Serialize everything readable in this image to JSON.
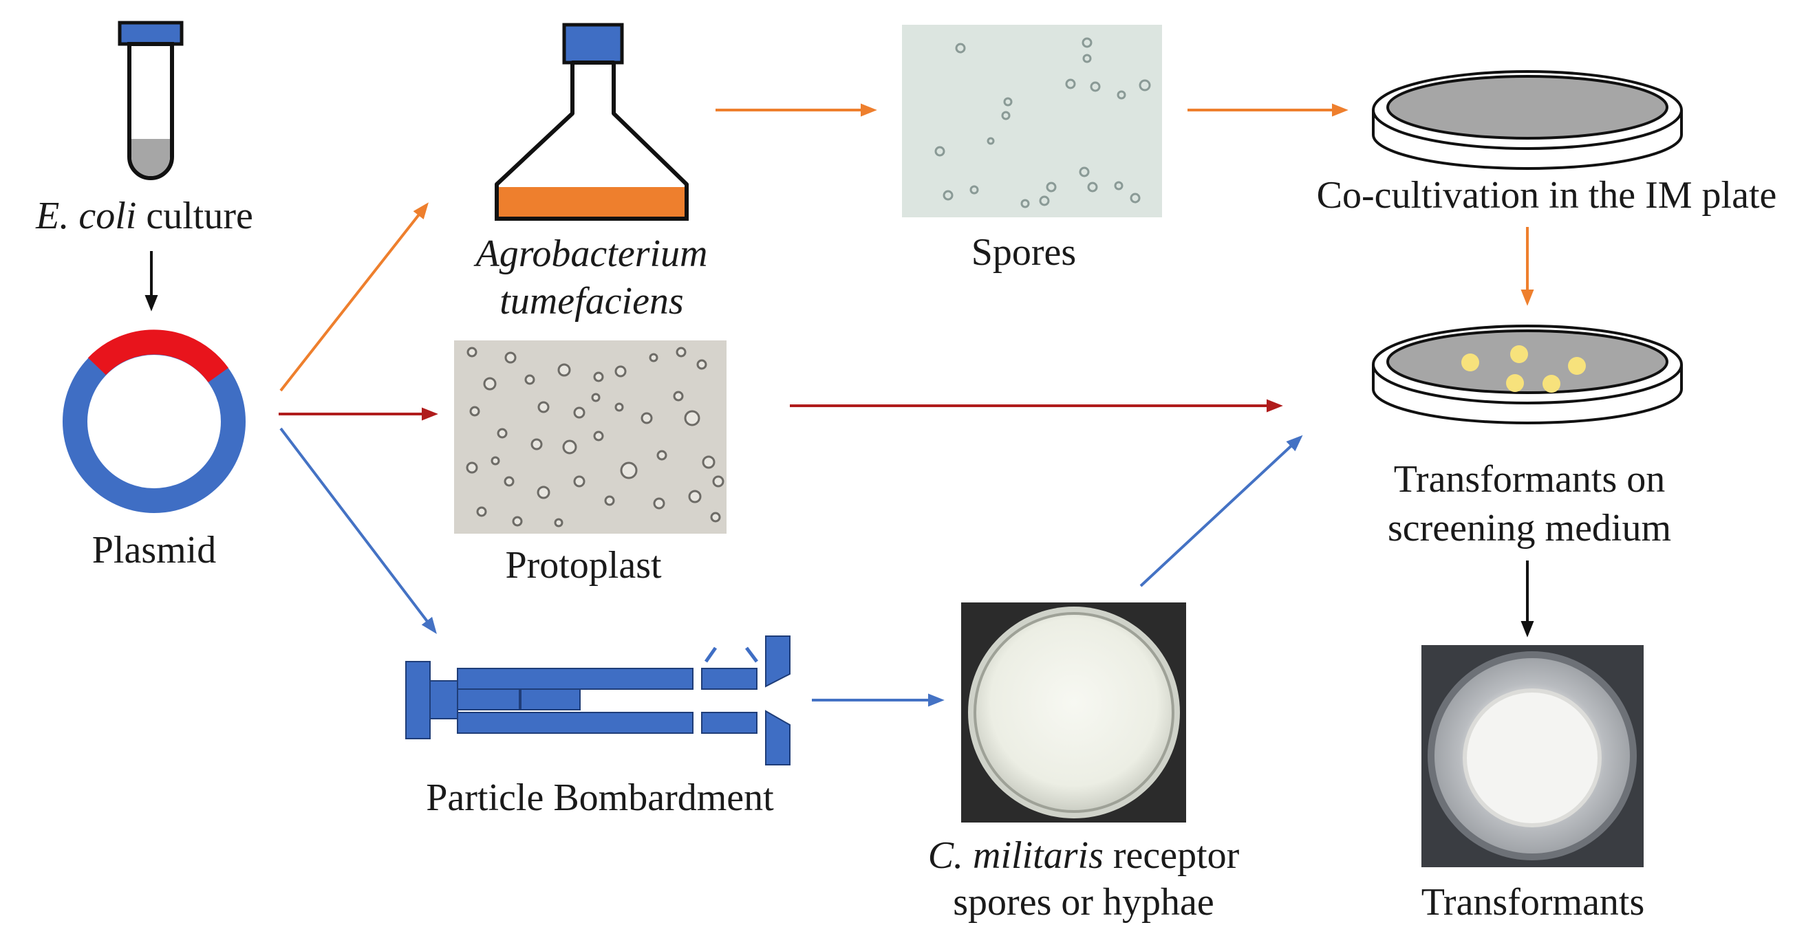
{
  "labels": {
    "ecoli_italic": "E. coli",
    "ecoli_rest": " culture",
    "plasmid": "Plasmid",
    "agro_line1": "Agrobacterium",
    "agro_line2": "tumefaciens",
    "spores": "Spores",
    "cocult": "Co-cultivation in the IM plate",
    "protoplast": "Protoplast",
    "transformants_screen_line1": "Transformants on",
    "transformants_screen_line2": "screening medium",
    "particle": "Particle Bombardment",
    "cmil_italic": "C. militaris",
    "cmil_rest": " receptor",
    "cmil_line2": "spores or hyphae",
    "transformants": "Transformants"
  },
  "colors": {
    "blue": "#3F6EC4",
    "red": "#E8141C",
    "orange": "#EE7F2D",
    "dark_red": "#B01C1C",
    "arrow_blue": "#4472C4",
    "black": "#111111",
    "gray_fill": "#A6A6A6",
    "colony_yellow": "#F7E27C"
  }
}
